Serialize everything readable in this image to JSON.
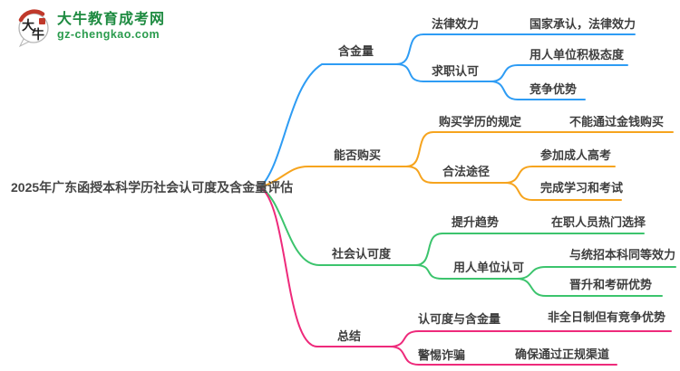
{
  "logo": {
    "mark_char1": "大",
    "mark_char2": "牛",
    "site_name": "大牛教育成考网",
    "site_url": "gz-chengkao.com",
    "brand_green": "#1d8a40",
    "seal_red": "#c0392b"
  },
  "root": {
    "title": "2025年广东函授本科学历社会认可度及含金量评估"
  },
  "branches": [
    {
      "label": "含金量",
      "color": "#2e9cf4",
      "children": [
        {
          "label": "法律效力",
          "children": [
            {
              "label": "国家承认，法律效力"
            }
          ]
        },
        {
          "label": "求职认可",
          "children": [
            {
              "label": "用人单位积极态度"
            },
            {
              "label": "竞争优势"
            }
          ]
        }
      ]
    },
    {
      "label": "能否购买",
      "color": "#f6a41e",
      "children": [
        {
          "label": "购买学历的规定",
          "children": [
            {
              "label": "不能通过金钱购买"
            }
          ]
        },
        {
          "label": "合法途径",
          "children": [
            {
              "label": "参加成人高考"
            },
            {
              "label": "完成学习和考试"
            }
          ]
        }
      ]
    },
    {
      "label": "社会认可度",
      "color": "#3cc46d",
      "children": [
        {
          "label": "提升趋势",
          "children": [
            {
              "label": "在职人员热门选择"
            }
          ]
        },
        {
          "label": "用人单位认可",
          "children": [
            {
              "label": "与统招本科同等效力"
            },
            {
              "label": "晋升和考研优势"
            }
          ]
        }
      ]
    },
    {
      "label": "总结",
      "color": "#ee2a7b",
      "children": [
        {
          "label": "认可度与含金量",
          "children": [
            {
              "label": "非全日制但有竞争优势"
            }
          ]
        },
        {
          "label": "警惕诈骗",
          "children": [
            {
              "label": "确保通过正规渠道"
            }
          ]
        }
      ]
    }
  ]
}
